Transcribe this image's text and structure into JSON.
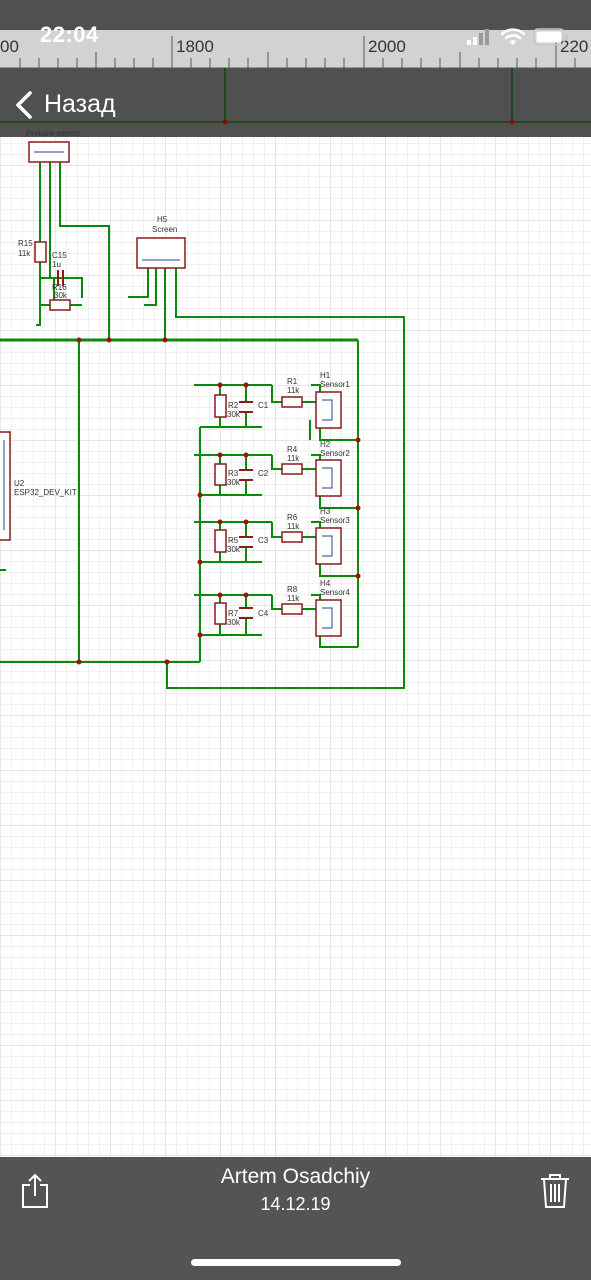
{
  "status_bar": {
    "time": "22:04"
  },
  "nav": {
    "back_label": "Назад"
  },
  "ruler": {
    "ticks": [
      "00",
      "1800",
      "2000",
      "220"
    ]
  },
  "schematic": {
    "components": [
      {
        "ref": "",
        "value": "Prekure sensor"
      },
      {
        "ref": "H5",
        "value": "Screen"
      },
      {
        "ref": "R15",
        "value": "11k"
      },
      {
        "ref": "C15",
        "value": "1u"
      },
      {
        "ref": "R16",
        "value": "30k"
      },
      {
        "ref": "U2",
        "value": "ESP32_DEV_KIT"
      },
      {
        "ref": "H1",
        "value": "Sensor1"
      },
      {
        "ref": "H2",
        "value": "Sensor2"
      },
      {
        "ref": "H3",
        "value": "Sensor3"
      },
      {
        "ref": "H4",
        "value": "Sensor4"
      },
      {
        "ref": "R1",
        "value": "11k"
      },
      {
        "ref": "R4",
        "value": "11k"
      },
      {
        "ref": "R6",
        "value": "11k"
      },
      {
        "ref": "R8",
        "value": "11k"
      },
      {
        "ref": "R2",
        "value": "30k"
      },
      {
        "ref": "R3",
        "value": "30k"
      },
      {
        "ref": "R5",
        "value": "30k"
      },
      {
        "ref": "R7",
        "value": "30k"
      },
      {
        "ref": "C1",
        "value": ""
      },
      {
        "ref": "C2",
        "value": ""
      },
      {
        "ref": "C3",
        "value": ""
      },
      {
        "ref": "C4",
        "value": ""
      }
    ]
  },
  "bottom_bar": {
    "author": "Artem Osadchiy",
    "date": "14.12.19"
  },
  "colors": {
    "top_bar": "#505050",
    "bottom_bar": "#545454",
    "wire": "#0a8a0a",
    "component": "#8b1a1a",
    "grid": "#e1e1e1",
    "ruler_bg": "#d2d2d2"
  }
}
